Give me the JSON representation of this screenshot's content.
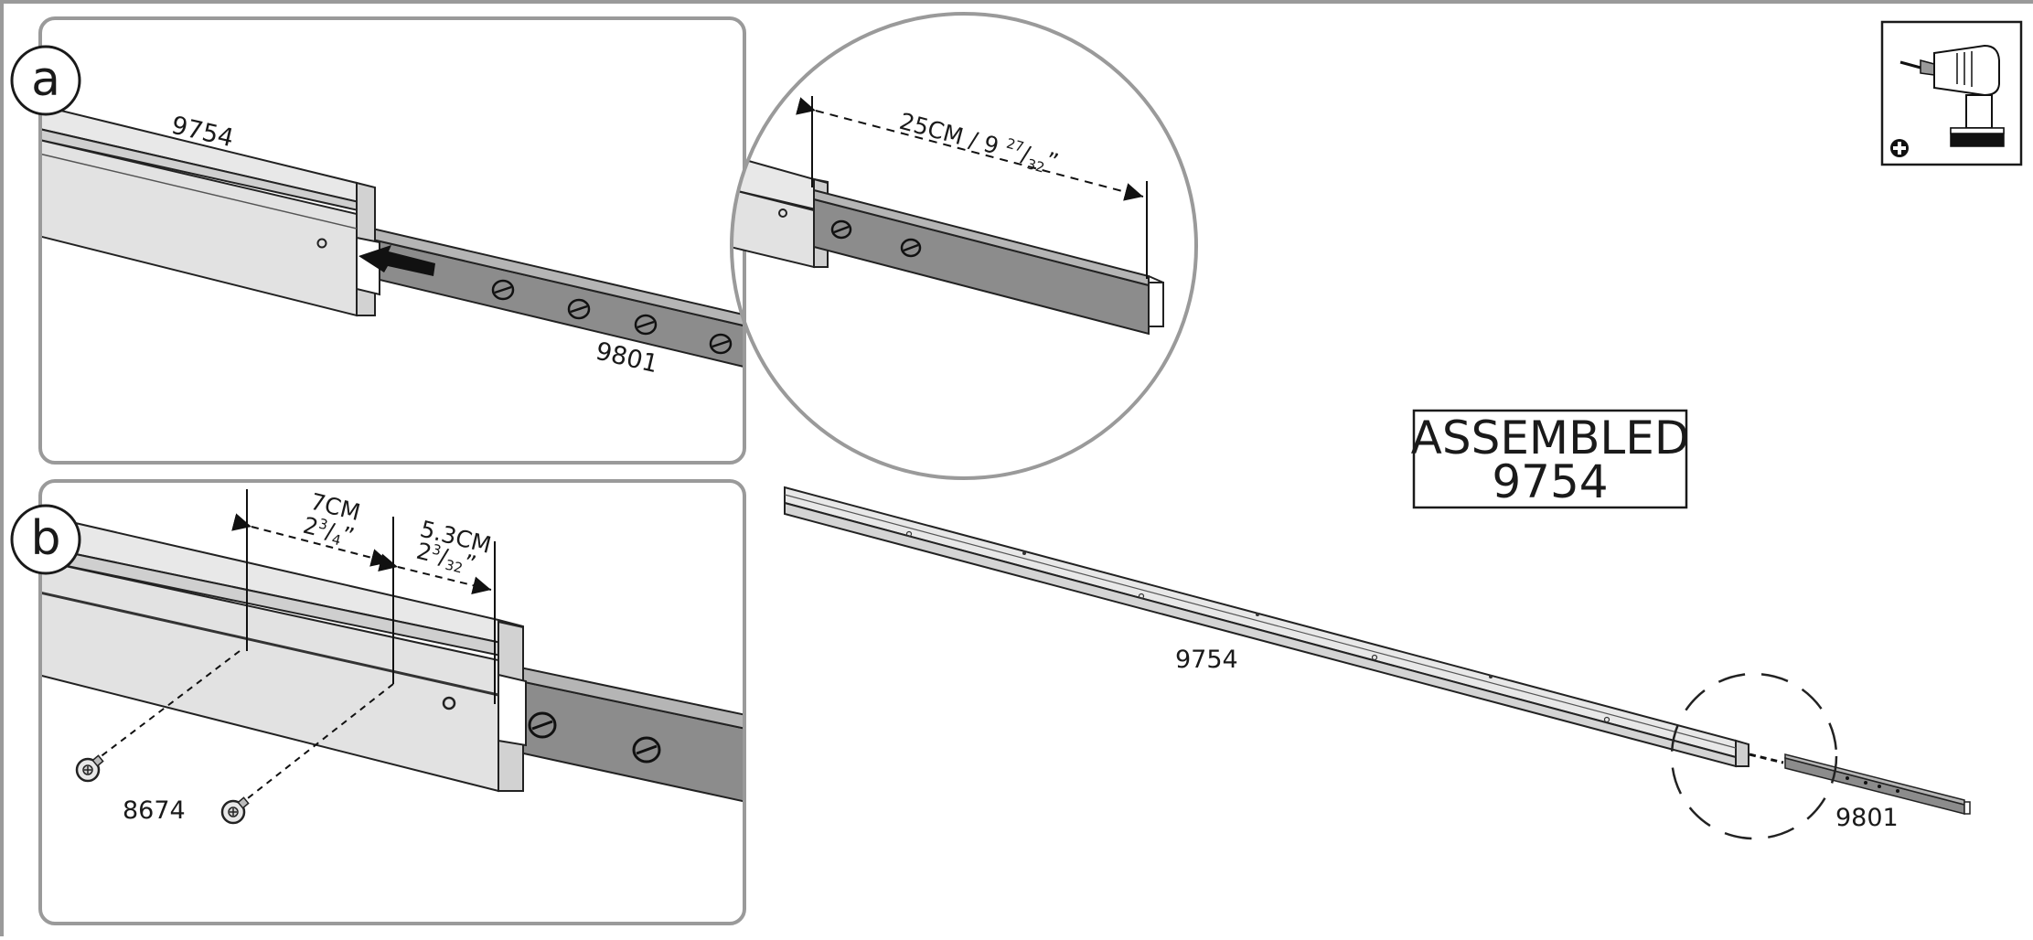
{
  "colors": {
    "panel_border": "#9a9a9a",
    "part_light": "#e4e4e4",
    "part_mid": "#cfcfcf",
    "part_dark": "#8c8c8c",
    "outline": "#222222",
    "arrow": "#111111"
  },
  "icons": {
    "drill": "power-drill-icon",
    "plus": "plus-circle-icon",
    "screw": "screw-icon",
    "arrow": "insert-arrow-icon"
  },
  "panel_a": {
    "badge": "a",
    "part_top": "9754",
    "part_insert": "9801"
  },
  "panel_b": {
    "badge": "b",
    "dim1_metric": "7CM",
    "dim1_whole": "2",
    "dim1_num": "3",
    "dim1_den": "4",
    "dim1_mark": "”",
    "dim2_metric": "5.3CM",
    "dim2_whole": "2",
    "dim2_num": "3",
    "dim2_den": "32",
    "dim2_mark": "”",
    "screw_part": "8674"
  },
  "detail": {
    "dim_prefix": "25CM / 9 ",
    "dim_num": "27",
    "dim_den": "32",
    "dim_mark": "”"
  },
  "assembled": {
    "line1": "ASSEMBLED",
    "line2": "9754",
    "rail_part": "9754",
    "insert_part": "9801"
  }
}
